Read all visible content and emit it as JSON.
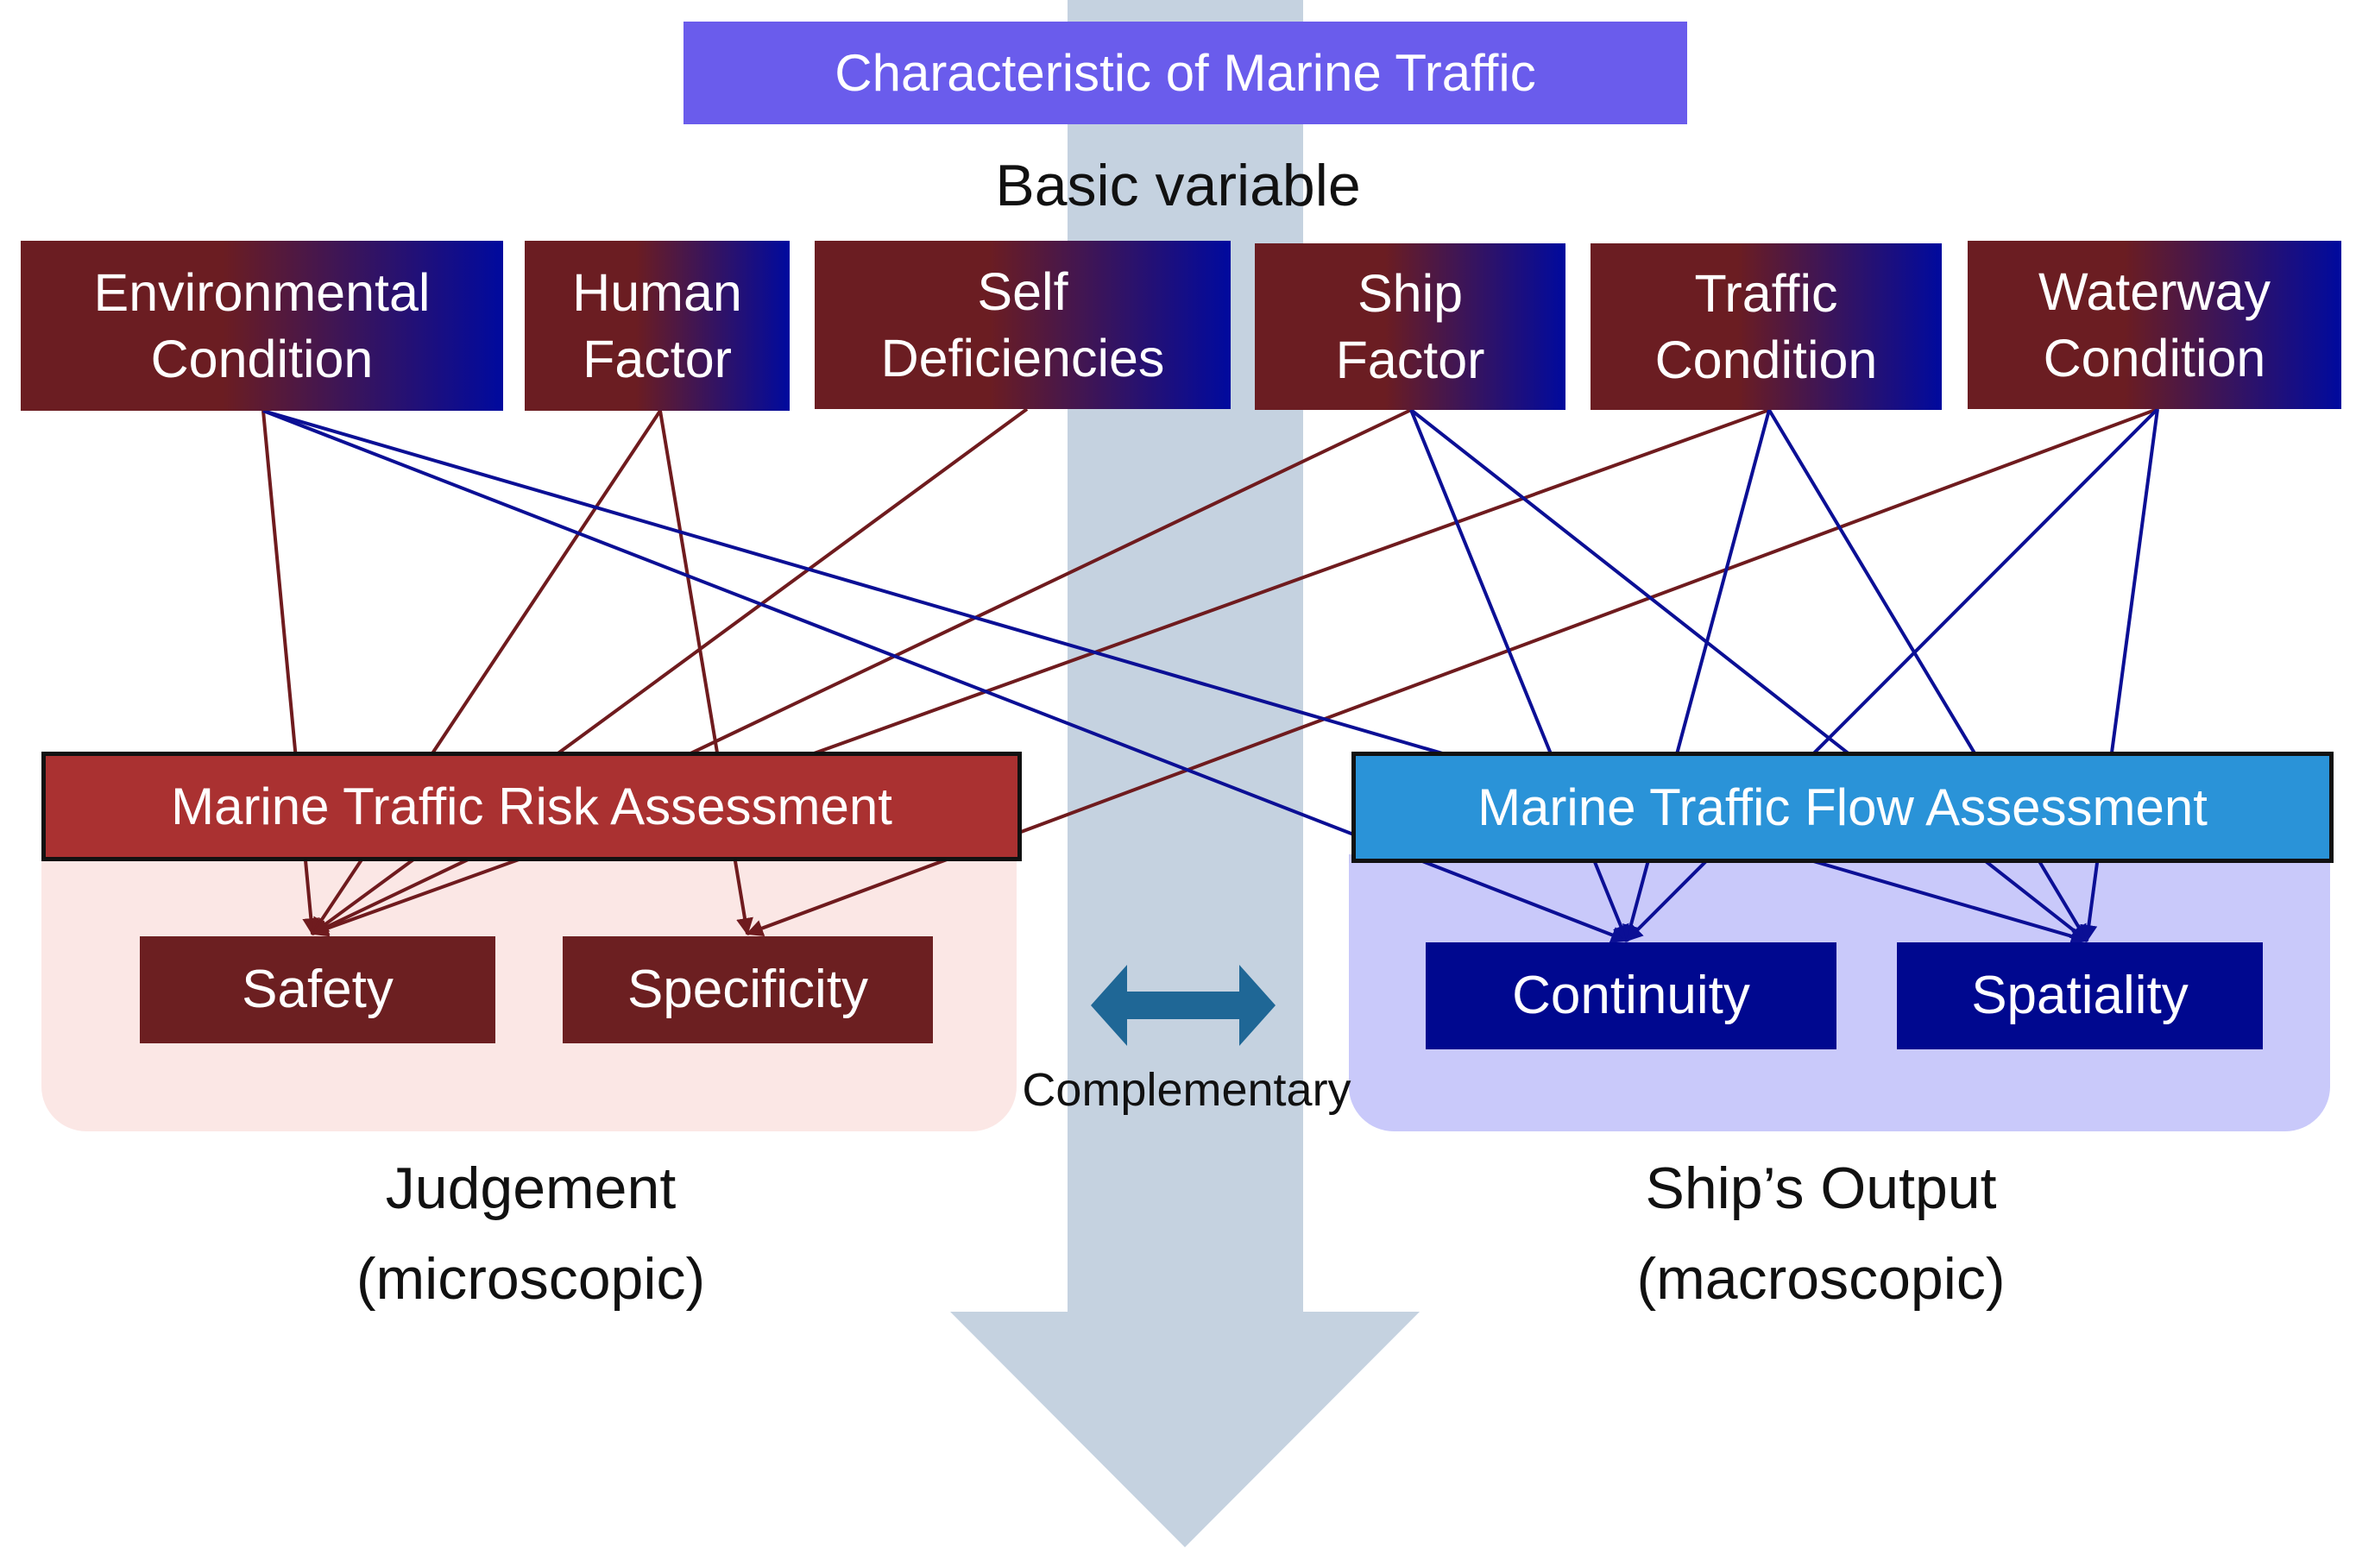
{
  "title": "Characteristic of Marine Traffic",
  "basic_variable_label": "Basic variable",
  "variables": [
    {
      "label": "Environmental\nCondition"
    },
    {
      "label": "Human\nFactor"
    },
    {
      "label": "Self\nDeficiencies"
    },
    {
      "label": "Ship\nFactor"
    },
    {
      "label": "Traffic\nCondition"
    },
    {
      "label": "Waterway\nCondition"
    }
  ],
  "risk_assessment": {
    "title": "Marine Traffic Risk Assessment",
    "items": [
      "Safety",
      "Specificity"
    ],
    "caption_line1": "Judgement",
    "caption_line2": "(microscopic)"
  },
  "flow_assessment": {
    "title": "Marine Traffic Flow Assessment",
    "items": [
      "Continuity",
      "Spatiality"
    ],
    "caption_line1": "Ship’s Output",
    "caption_line2": "(macroscopic)"
  },
  "complementary_label": "Complementary",
  "colors": {
    "red_link": "#6f1b1e",
    "blue_link": "#0b0f95",
    "arrow": "#c5d2e0",
    "double_arrow": "#1f6796",
    "risk_panel": "#fbe7e5",
    "flow_panel": "#c9c9fa"
  }
}
